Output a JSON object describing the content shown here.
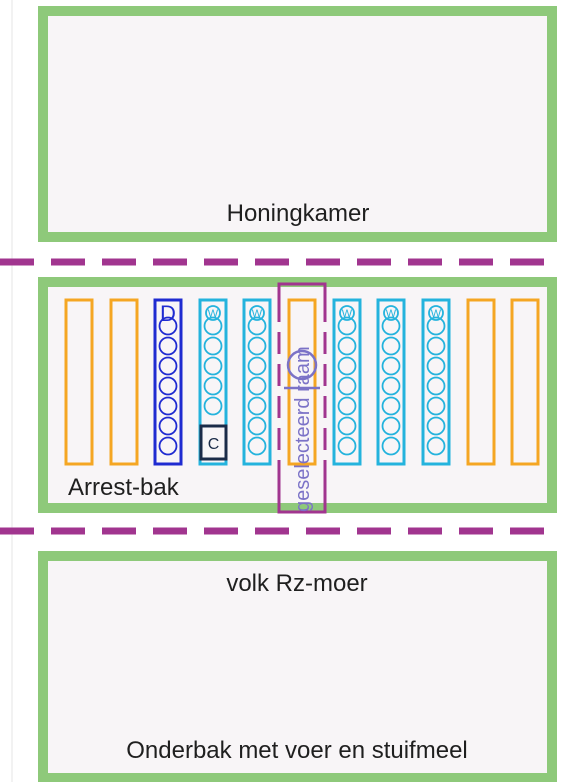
{
  "colors": {
    "box_border": "#8ec97a",
    "box_fill": "#f8f5f7",
    "excluder_line": "#a1358f",
    "empty_frame": "#f5a623",
    "wax_frame": "#24b3dd",
    "drone_frame": "#1f2bd1",
    "queen_cell": "#1b2b48",
    "selected_frame": "#7b72c7",
    "text": "#1f1f1f"
  },
  "honey_chamber": {
    "label": "Honingkamer"
  },
  "arrest_box": {
    "label": "Arrest-bak",
    "frames": [
      {
        "kind": "empty"
      },
      {
        "kind": "empty"
      },
      {
        "kind": "drone",
        "marker": "D"
      },
      {
        "kind": "wax",
        "marker": "W",
        "queen_cell_label": "C"
      },
      {
        "kind": "wax",
        "marker": "W"
      },
      {
        "kind": "selected",
        "label": "geselecteerd raam"
      },
      {
        "kind": "wax",
        "marker": "W"
      },
      {
        "kind": "wax",
        "marker": "W"
      },
      {
        "kind": "wax",
        "marker": "W"
      },
      {
        "kind": "empty"
      },
      {
        "kind": "empty"
      }
    ]
  },
  "brood_box": {
    "top_label": "volk Rz-moer",
    "bottom_label": "Onderbak met voer en stuifmeel"
  }
}
